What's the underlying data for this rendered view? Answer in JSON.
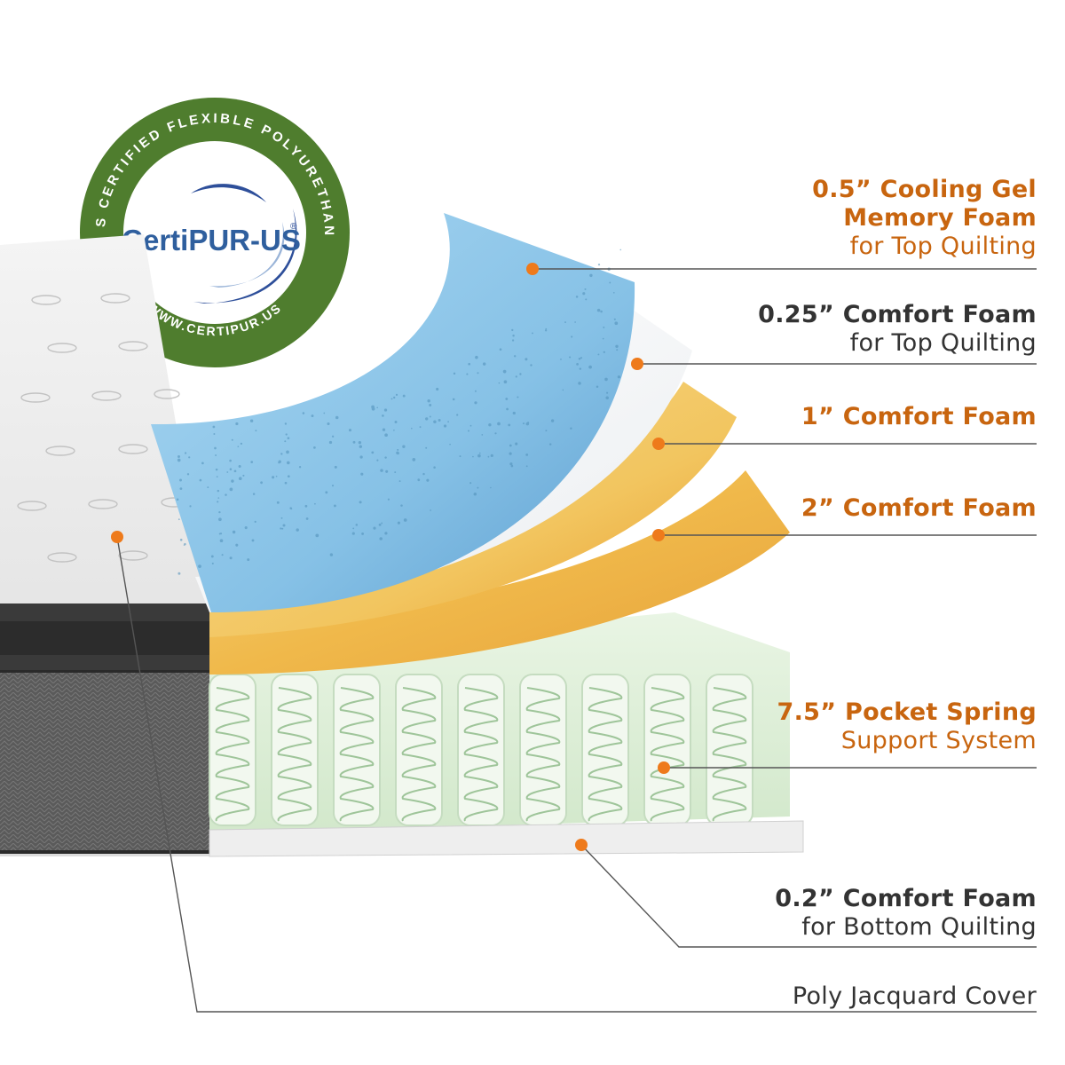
{
  "seal": {
    "ring_top_text": "CONTAINS CERTIFIED FLEXIBLE POLYURETHANE FOAM",
    "ring_bottom_text": "WWW.CERTIPUR.US",
    "brand": "CertiPUR-US",
    "registered_mark": "®",
    "ring_color": "#4f7d2e",
    "brand_color": "#2f5f9e"
  },
  "layers": [
    {
      "id": "gel-memory-foam",
      "line1": "0.5” Cooling Gel",
      "line2": "Memory Foam",
      "line3": "for Top Quilting",
      "color": "#c8650f"
    },
    {
      "id": "comfort-foam-025",
      "line1": "0.25” Comfort Foam",
      "line2": "for Top Quilting",
      "color": "#333333"
    },
    {
      "id": "comfort-foam-1",
      "line1": "1” Comfort Foam",
      "color": "#c8650f"
    },
    {
      "id": "comfort-foam-2",
      "line1": "2” Comfort Foam",
      "color": "#c8650f"
    },
    {
      "id": "pocket-spring",
      "line1": "7.5” Pocket Spring",
      "line2": "Support System",
      "color": "#c8650f"
    },
    {
      "id": "comfort-foam-02",
      "line1": "0.2” Comfort Foam",
      "line2": "for Bottom Quilting",
      "color": "#333333"
    },
    {
      "id": "cover",
      "line1": "Poly Jacquard Cover",
      "color": "#333333"
    }
  ],
  "colors": {
    "accent": "#ee7a1b",
    "gel_foam": "#8fc8ea",
    "comfort_foam": "#f4cc6a",
    "springs": "#dff0d8",
    "cover_dark": "#3a3a3a"
  }
}
